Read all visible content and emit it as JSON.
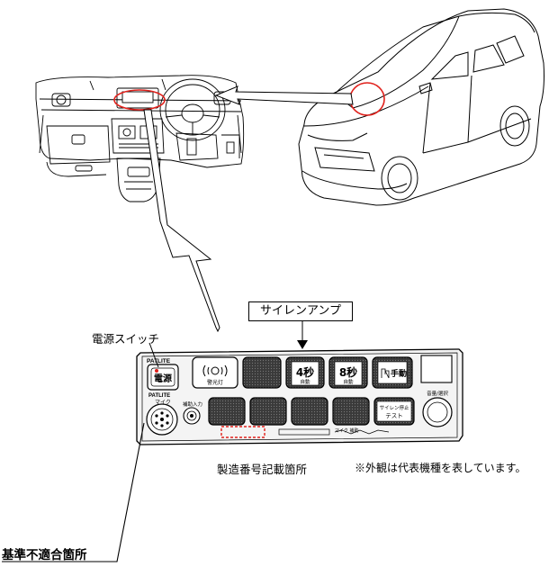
{
  "labels": {
    "siren_amp": "サイレンアンプ",
    "power_switch": "電源スイッチ",
    "serial_location": "製造番号記載箇所",
    "appearance_note": "※外観は代表機種を表しています。",
    "non_conforming": "基準不適合箇所"
  },
  "panel": {
    "brand": "PATLITE",
    "power_button": "電源",
    "sub_logo": "PATLITE",
    "mic_label": "マイク",
    "aux_input_label": "補助入力",
    "lamp_button": "警光灯",
    "button_4s": "4秒",
    "button_4s_sub": "自動",
    "button_8s": "8秒",
    "button_8s_sub": "自動",
    "manual_button": "手動",
    "siren_test_button_1": "サイレン停止",
    "siren_test_button_2": "テスト",
    "volume_label": "音量/選択",
    "bottom_labels": "マイク 補助"
  },
  "colors": {
    "line": "#000000",
    "highlight": "#e0201b",
    "panel_fill": "#f4f4f4",
    "button_fill": "#3a3a3a"
  }
}
